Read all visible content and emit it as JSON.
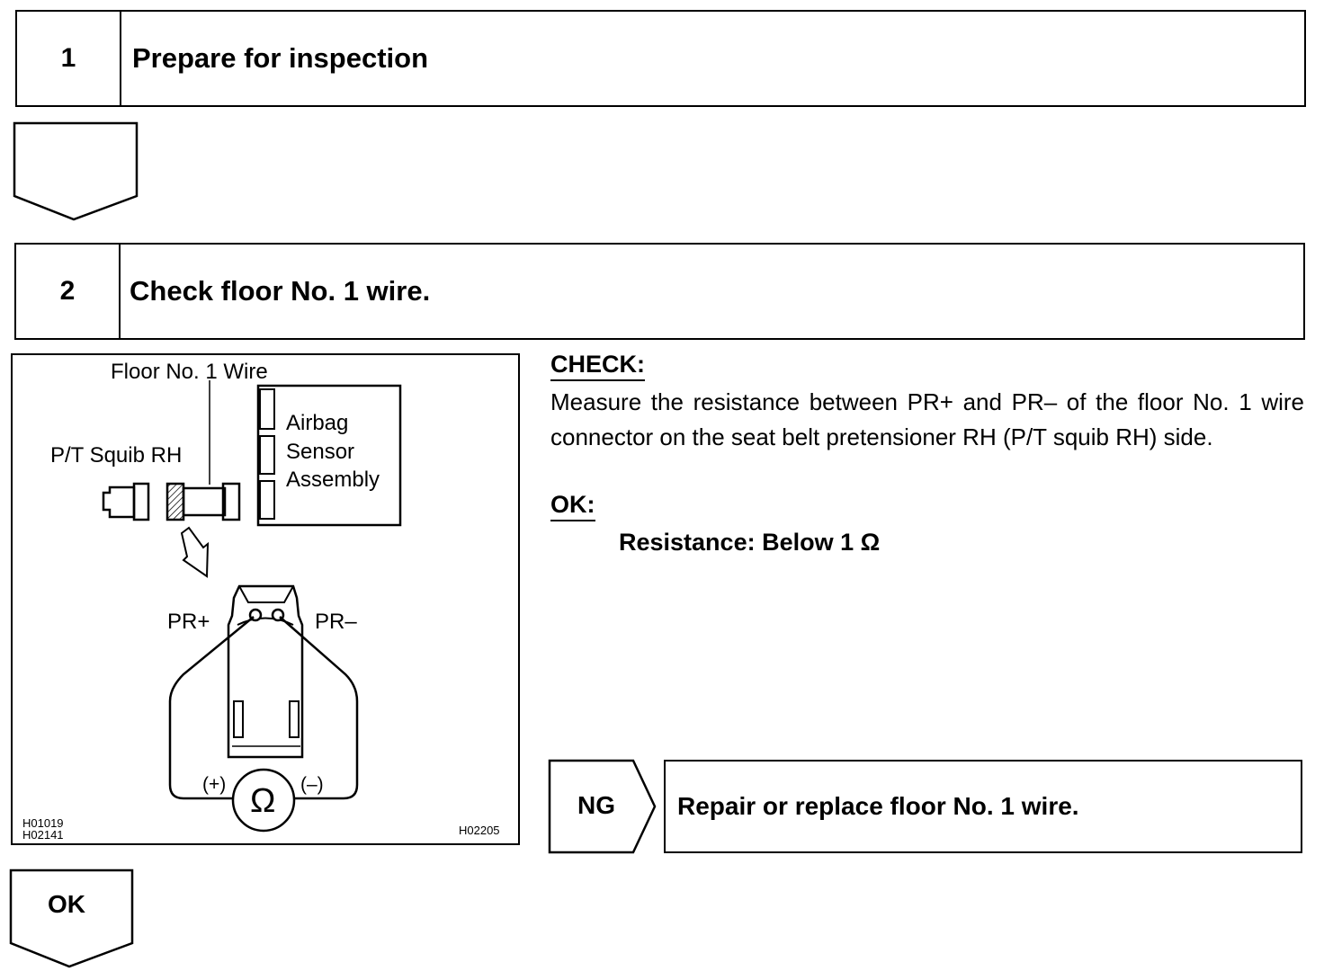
{
  "steps": [
    {
      "number": "1",
      "title": "Prepare for inspection"
    },
    {
      "number": "2",
      "title": "Check floor No. 1 wire."
    }
  ],
  "figure": {
    "labels": {
      "floor_wire": "Floor No. 1 Wire",
      "pt_squib": "P/T Squib RH",
      "airbag_line1": "Airbag",
      "airbag_line2": "Sensor",
      "airbag_line3": "Assembly",
      "pr_plus": "PR+",
      "pr_minus": "PR–",
      "meter_plus": "(+)",
      "meter_minus": "(–)",
      "meter_symbol": "Ω"
    },
    "codes": {
      "code1": "H01019",
      "code2": "H02141",
      "code3": "H02205"
    }
  },
  "check": {
    "heading": "CHECK:",
    "text": "Measure the resistance between PR+ and PR– of the floor No. 1 wire connector on the seat belt pretensioner RH (P/T squib RH) side."
  },
  "ok": {
    "heading": "OK:",
    "value": "Resistance: Below 1 Ω"
  },
  "ng": {
    "label": "NG",
    "action": "Repair or replace floor No. 1 wire."
  },
  "next": {
    "label": "OK"
  }
}
